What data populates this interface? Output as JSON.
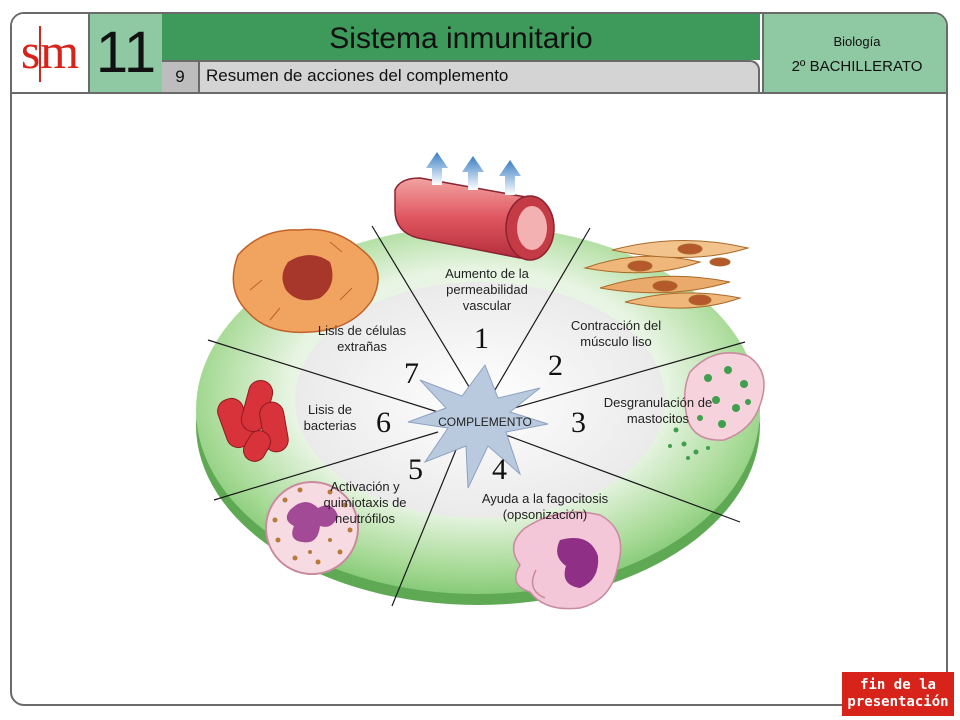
{
  "header": {
    "logo_text": "sm",
    "unit_number": "11",
    "title": "Sistema inmunitario",
    "section_number": "9",
    "section_title": "Resumen de acciones del complemento",
    "subject": "Biología",
    "level": "2º BACHILLERATO"
  },
  "diagram": {
    "center_label": "COMPLEMENTO",
    "actions": [
      {
        "number": "1",
        "label": "Aumento de la permeabilidad vascular"
      },
      {
        "number": "2",
        "label": "Contracción del músculo liso"
      },
      {
        "number": "3",
        "label": "Desgranulación de mastocitos"
      },
      {
        "number": "4",
        "label": "Ayuda a la fagocitosis (opsonización)"
      },
      {
        "number": "5",
        "label": "Activación y quimiotaxis de neutrófilos"
      },
      {
        "number": "6",
        "label": "Lisis de bacterias"
      },
      {
        "number": "7",
        "label": "Lisis de células extrañas"
      }
    ]
  },
  "footer": {
    "end_button_line1": "fin de la",
    "end_button_line2": "presentación"
  },
  "colors": {
    "ring_green": "#8fcf82",
    "title_green": "#3d9a5b",
    "course_green": "#8fc9a3",
    "end_red": "#d8231a"
  }
}
